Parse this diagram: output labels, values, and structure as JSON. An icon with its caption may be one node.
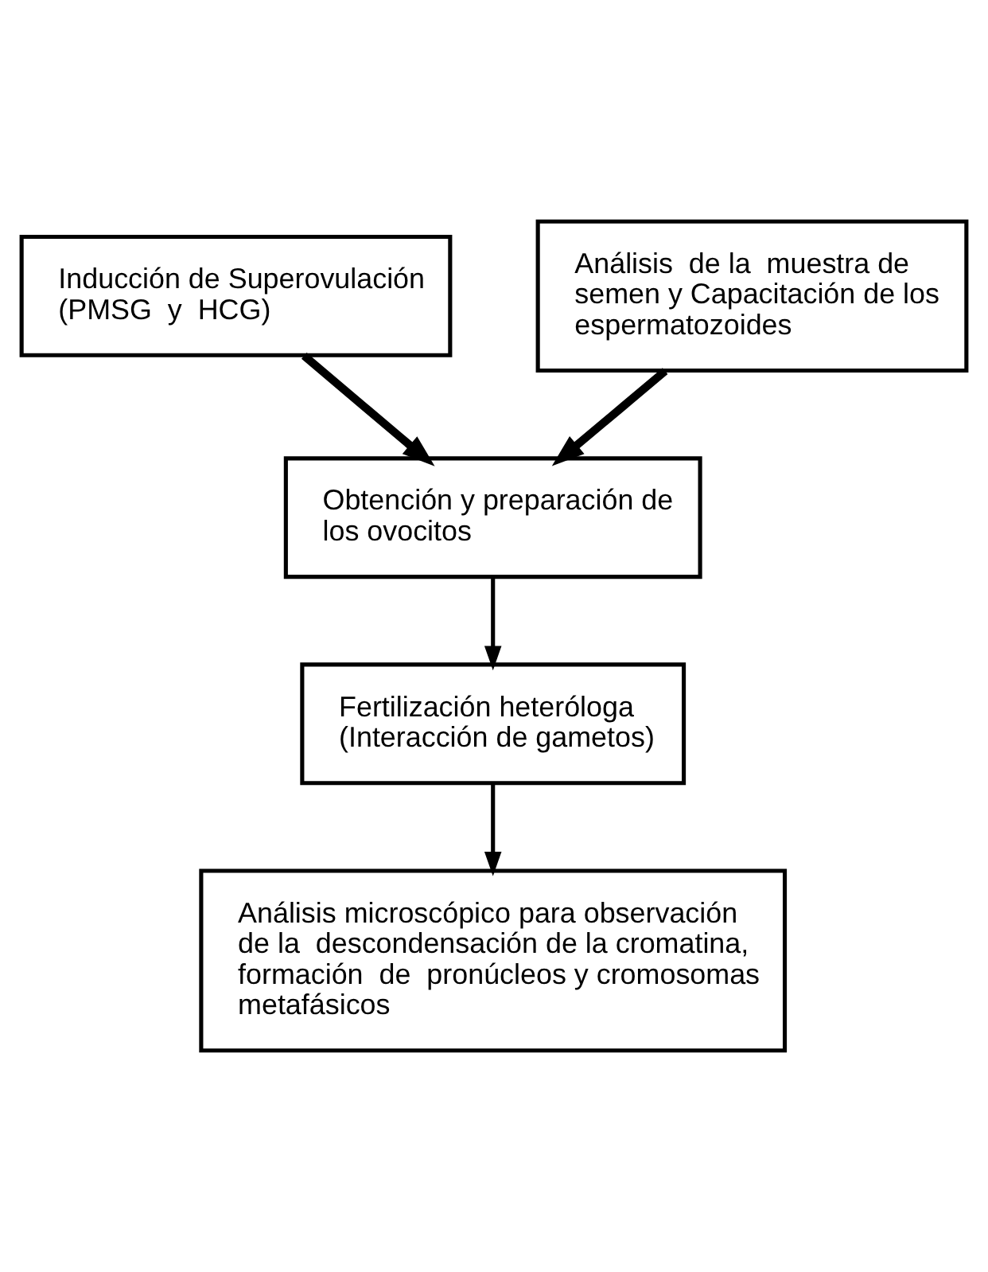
{
  "diagram": {
    "nodes": [
      {
        "text": [
          "Inducción de Superovulación (PMSG  y  HCG)"
        ]
      },
      {
        "text": [
          "Análisis  de la  muestra de semen y Capacitación de los espermatozoides"
        ]
      },
      {
        "text": [
          "Obtención y preparación de los ovocitos"
        ]
      },
      {
        "text": [
          "Fertilización heteróloga (Interacción de gametos)"
        ]
      },
      {
        "text": [
          "Análisis microscópico para observación de la  descondensación de la cromatina, formación  de  pronúcleos y cromosomas metafásicos"
        ]
      }
    ],
    "edges": [
      {
        "from": 0,
        "to": 2,
        "arrow": "to",
        "style": "thick"
      },
      {
        "from": 1,
        "to": 2,
        "arrow": "to",
        "style": "thick"
      },
      {
        "from": 2,
        "to": 3,
        "arrow": "to"
      },
      {
        "from": 3,
        "to": 4,
        "arrow": "to"
      }
    ]
  }
}
